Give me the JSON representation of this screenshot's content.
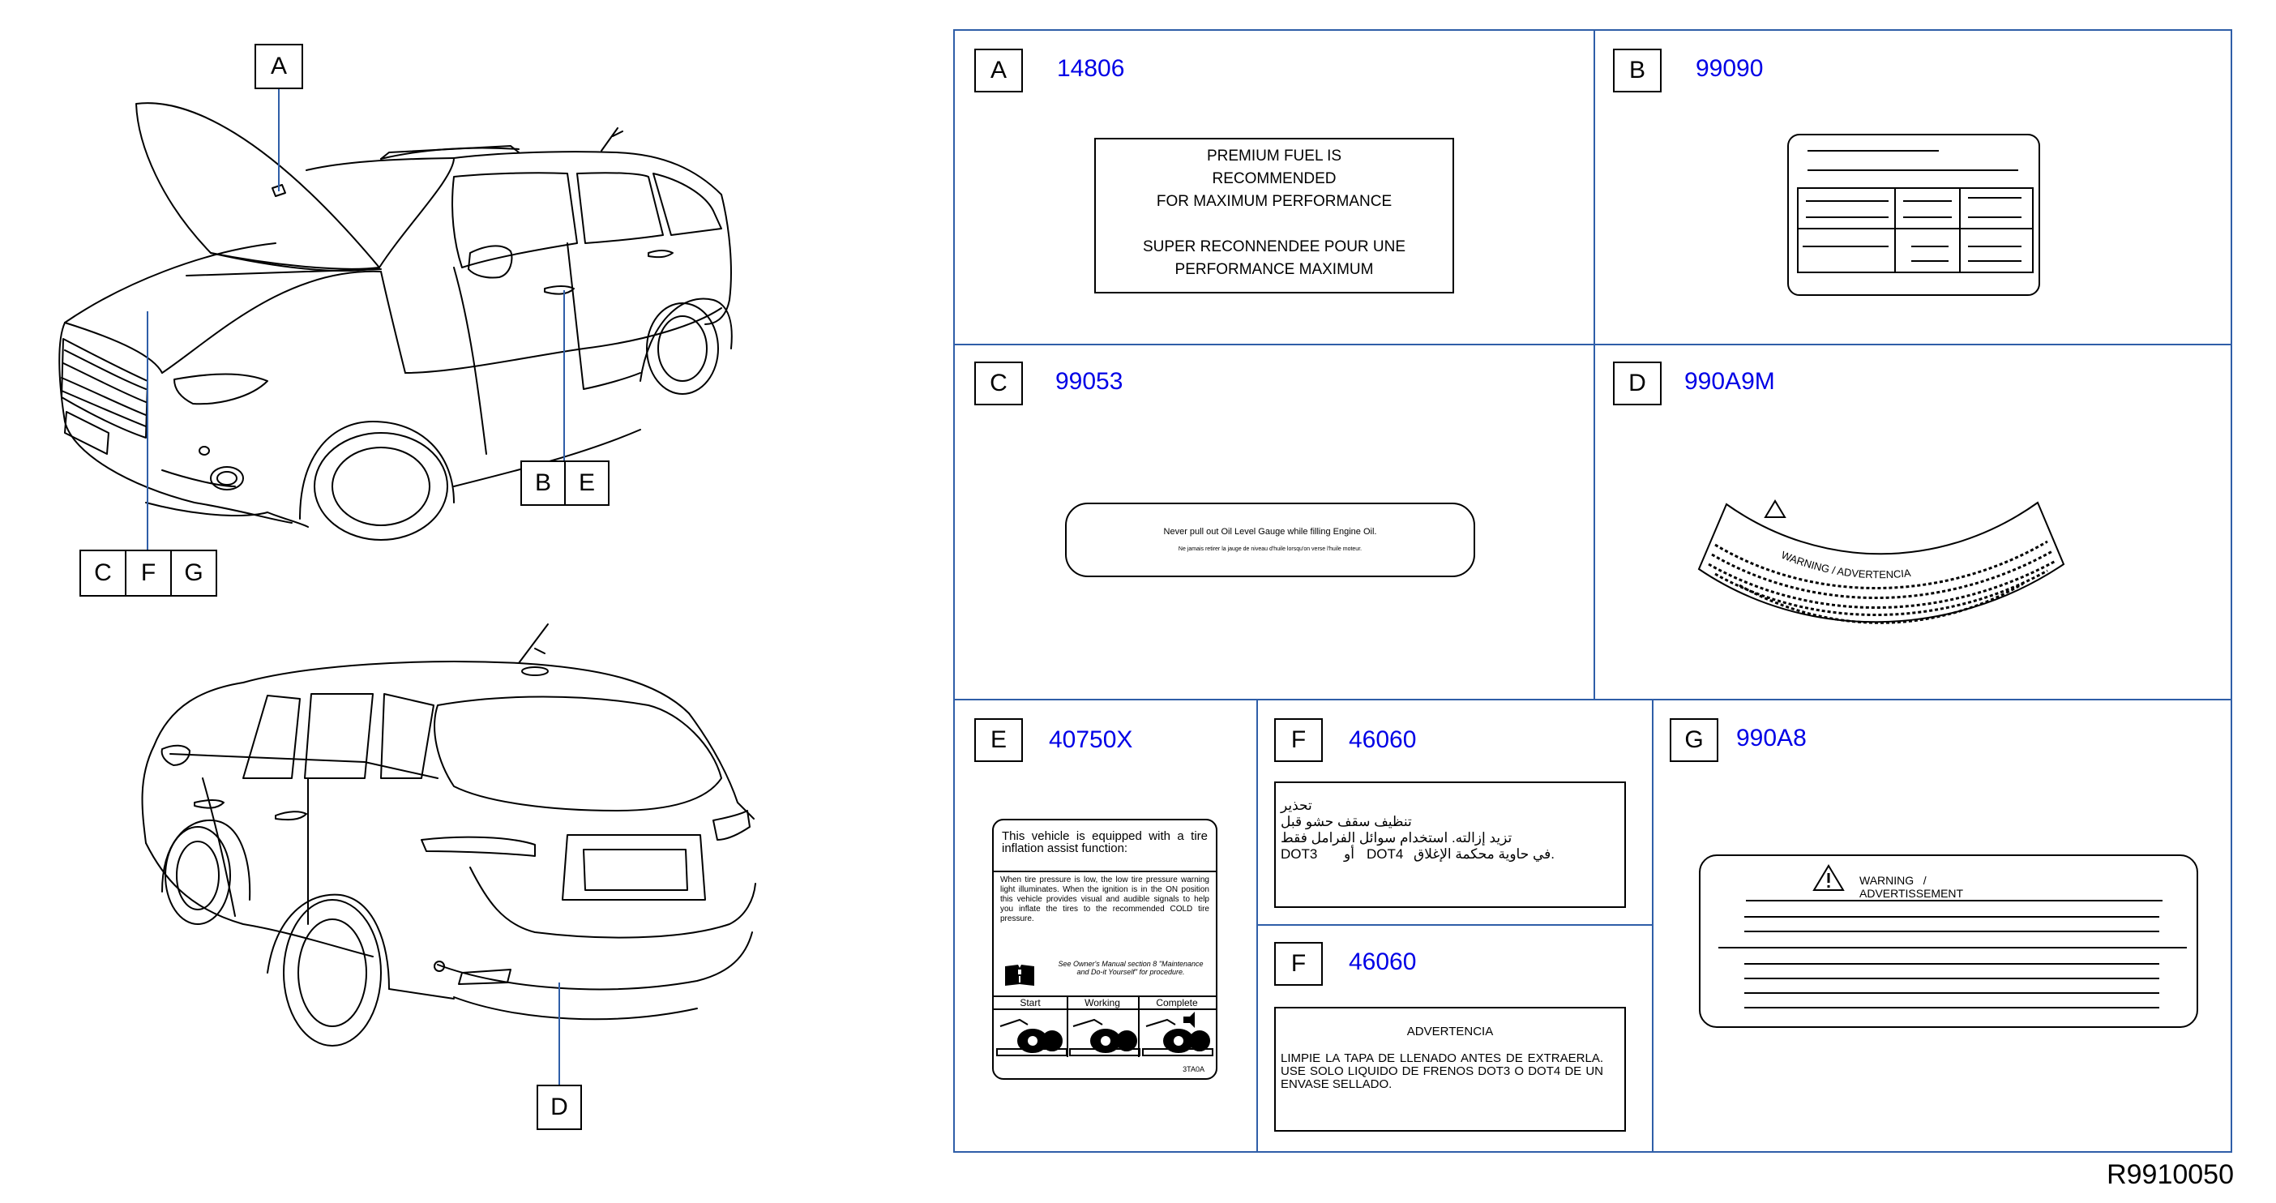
{
  "diagram_code": "R9910050",
  "car_callouts": {
    "top": [
      "A",
      "B",
      "E",
      "C",
      "F",
      "G"
    ],
    "bottom": [
      "D"
    ]
  },
  "cells": {
    "A": {
      "letter": "A",
      "part_no": "14806",
      "lines": [
        "PREMIUM   FUEL   IS",
        "RECOMMENDED",
        "FOR   MAXIMUM   PERFORMANCE",
        "SUPER   RECONNENDEE   POUR   UNE",
        "PERFORMANCE   MAXIMUM"
      ]
    },
    "B": {
      "letter": "B",
      "part_no": "99090"
    },
    "C": {
      "letter": "C",
      "part_no": "99053",
      "line1": "Never   pull   out   Oil   Level   Gauge   while   filling   Engine   Oil.",
      "line2": "Ne   jamais   retirer   la   jauge   de   niveau   d'huile   lorsqu'on   verse   l'huile   moteur."
    },
    "D": {
      "letter": "D",
      "part_no": "990A9M",
      "warning_text": "WARNING / ADVERTENCIA"
    },
    "E": {
      "letter": "E",
      "part_no": "40750X",
      "headline": "This vehicle is equipped with a tire inflation assist function:",
      "body": "When tire pressure is low, the low tire pressure warning light illuminates. When the ignition is in the ON position this vehicle provides visual and audible signals to help you inflate the tires to the recommended COLD tire pressure.",
      "manual_note": "See Owner's Manual section 8 \"Maintenance and Do-it Yourself\" for procedure.",
      "steps": [
        "Start",
        "Working",
        "Complete"
      ],
      "code": "3TA0A"
    },
    "F1": {
      "letter": "F",
      "part_no": "46060",
      "ar_title": "تحذير",
      "ar_line1": "تنظيف سقف حشو قبل",
      "ar_line2": "تزيد إزالته. استخدام سوائل الفرامل فقط",
      "ar_line3": ".في حاوية محكمة الإغلاق",
      "dot3": "DOT3",
      "or_ar": "أو",
      "dot4": "DOT4"
    },
    "F2": {
      "letter": "F",
      "part_no": "46060",
      "title": "ADVERTENCIA",
      "body": "LIMPIE LA TAPA DE LLENADO ANTES DE EXTRAERLA. USE SOLO LIQUIDO DE FRENOS DOT3 O DOT4 DE UN ENVASE SELLADO."
    },
    "G": {
      "letter": "G",
      "part_no": "990A8",
      "warning": "WARNING   /",
      "advert": "ADVERTISSEMENT"
    }
  }
}
